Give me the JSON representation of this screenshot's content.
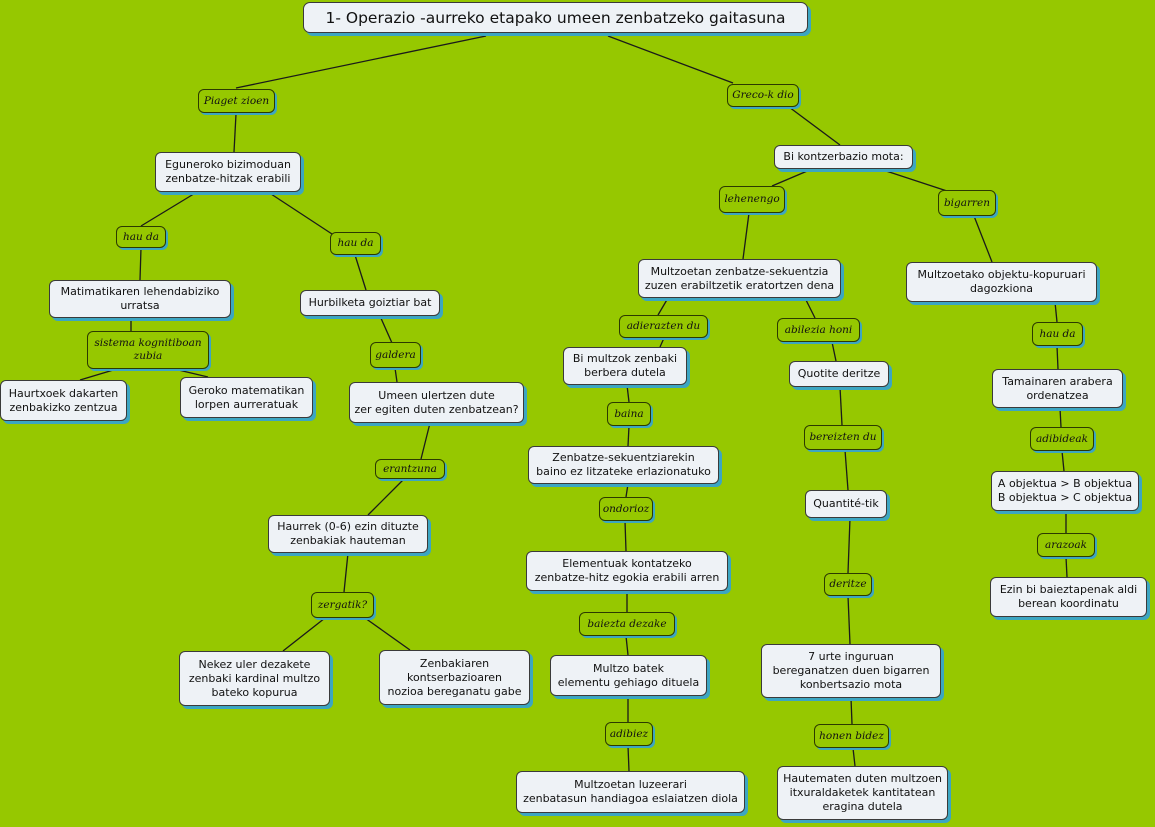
{
  "title": "1- Operazio -aurreko etapako umeen zenbatzeko gaitasuna",
  "nodes": {
    "eguneroko": "Eguneroko bizimoduan\nzenbatze-hitzak erabili",
    "matematikaren": "Matimatikaren lehendabiziko\nurratsa",
    "haurtxoek": "Haurtxoek dakarten\nzenbakizko zentzua",
    "geroko": "Geroko matematikan\nlorpen aurreratuak",
    "hurbilketa": "Hurbilketa goiztiar bat",
    "umeen": "Umeen ulertzen dute\nzer egiten duten zenbatzean?",
    "haurrek": "Haurrek (0-6) ezin dituzte\nzenbakiak hauteman",
    "nekez": "Nekez uler dezakete\nzenbaki kardinal multzo\nbateko kopurua",
    "zenbakiaren": "Zenbakiaren\nkontserbazioaren\nnozioa bereganatu gabe",
    "bi_kontzerbazio": "Bi kontzerbazio mota:",
    "multzoetan_sek": "Multzoetan zenbatze-sekuentzia\nzuzen erabiltzetik eratortzen dena",
    "multzoetako": "Multzoetako objektu-kopuruari\ndagozkiona",
    "bi_multzok": "Bi multzok zenbaki\nberbera dutela",
    "zenbatze_sek": "Zenbatze-sekuentziarekin\nbaino ez litzateke erlazionatuko",
    "elementuak": "Elementuak kontatzeko\nzenbatze-hitz egokia erabili arren",
    "multzo_batek": "Multzo batek\nelementu gehiago dituela",
    "multzoetan_luz": "Multzoetan luzeerari\nzenbatasun handiagoa eslaiatzen diola",
    "quotite": "Quotite deritze",
    "quantite": "Quantité-tik",
    "zazpi_urte": "7 urte inguruan\nbereganatzen duen bigarren\nkonbertsazio mota",
    "hautematen": "Hautematen duten multzoen\nitxuraldaketek kantitatean\neragina dutela",
    "tamainaren": "Tamainaren arabera\nordenatzea",
    "a_objektua": "A objektua > B objektua\nB objektua > C objektua",
    "ezin_bi": "Ezin bi baieztapenak aldi\nberean koordinatu"
  },
  "labels": {
    "piaget": "Piaget zioen",
    "greco": "Greco-k dio",
    "hau_da_1": "hau da",
    "hau_da_2": "hau da",
    "sistema": "sistema kognitiboan\nzubia",
    "galdera": "galdera",
    "erantzuna": "erantzuna",
    "zergatik": "zergatik?",
    "lehenengo": "lehenengo",
    "bigarren": "bigarren",
    "adierazten": "adierazten du",
    "abilezia": "abilezia honi",
    "baina": "baina",
    "ondorioz": "ondorioz",
    "baiezta": "baiezta dezake",
    "adibiez": "adibiez",
    "bereizten": "bereizten du",
    "deritze": "deritze",
    "honen_bidez": "honen bidez",
    "hau_da_3": "hau da",
    "adibideak": "adibideak",
    "arazoak": "arazoak"
  },
  "colors": {
    "background": "#96c800",
    "node_fill": "#eef2f6",
    "shadow": "#3ca6c2",
    "line": "#1a1a1a"
  }
}
